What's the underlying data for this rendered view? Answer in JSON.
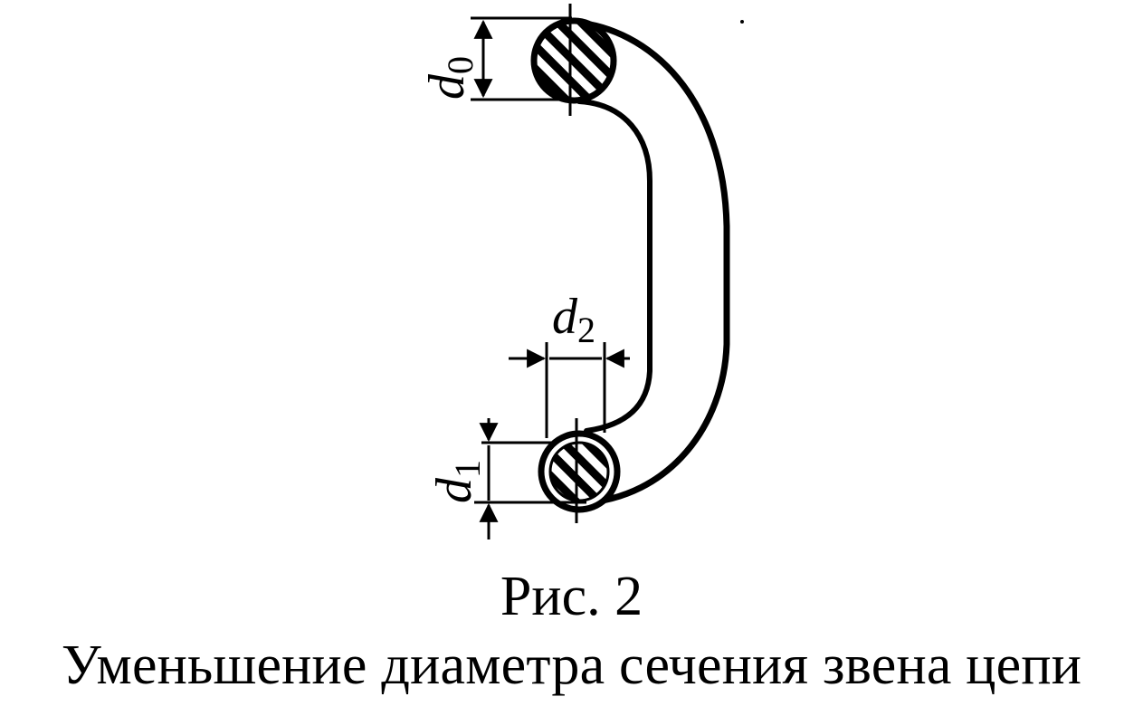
{
  "figure": {
    "labels": {
      "d0": {
        "letter": "d",
        "subscript": "0"
      },
      "d1": {
        "letter": "d",
        "subscript": "1"
      },
      "d2": {
        "letter": "d",
        "subscript": "2"
      }
    },
    "caption": {
      "number": "Рис. 2",
      "title": "Уменьшение диаметра сечения звена цепи"
    }
  }
}
